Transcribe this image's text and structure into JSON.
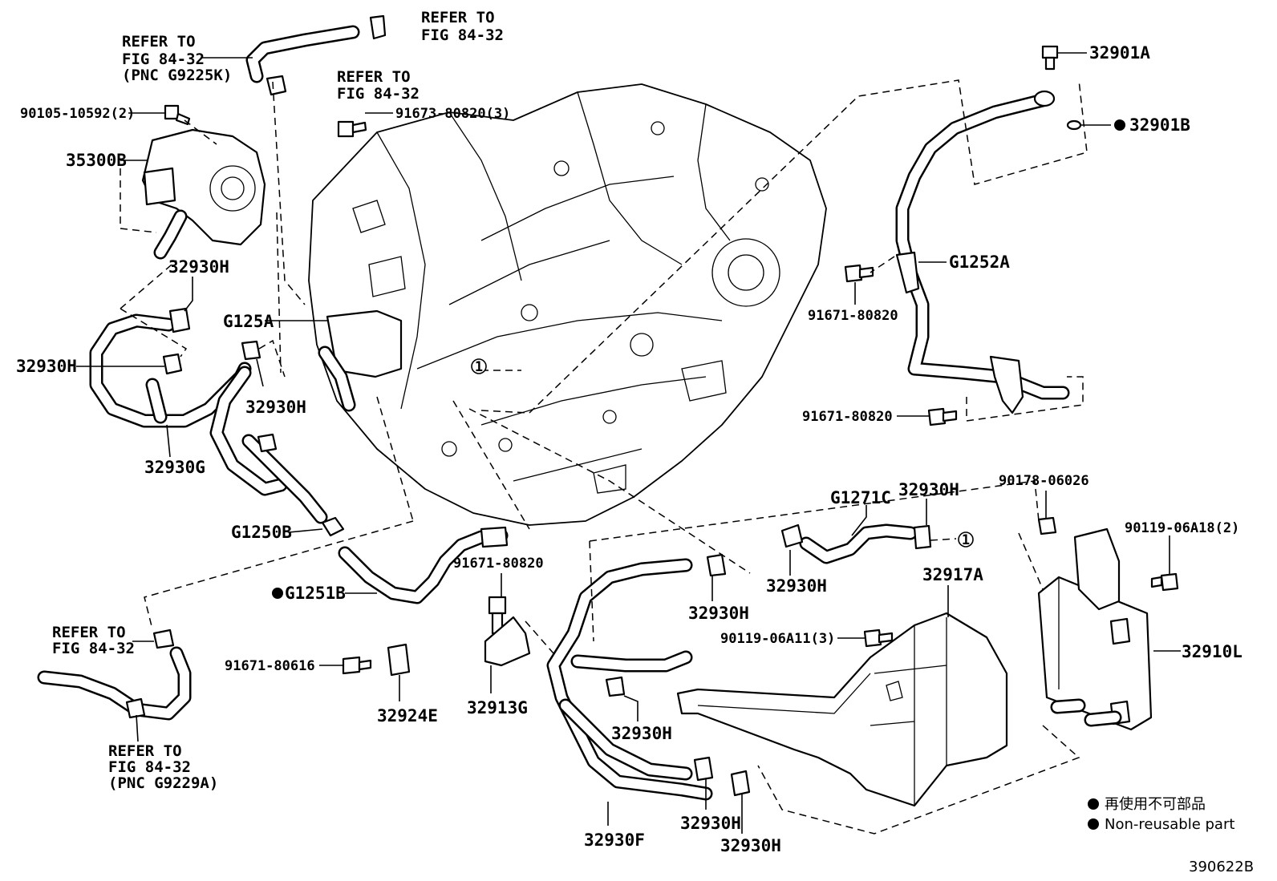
{
  "labels": {
    "refer_top_center_1": "REFER TO",
    "refer_top_center_2": "FIG 84-32",
    "refer_top_left_1": "REFER TO",
    "refer_top_left_2": "FIG 84-32",
    "refer_top_left_3": "(PNC G9225K)",
    "refer_mid_1": "REFER TO",
    "refer_mid_2": "FIG 84-32",
    "bolt_90105": "90105-10592(2)",
    "bolt_91673": "91673-80820(3)",
    "p35300B": "35300B",
    "p32930H_a": "32930H",
    "p32930H_b": "32930H",
    "p32930H_c": "32930H",
    "pG125A": "G125A",
    "p32930G": "32930G",
    "pG1250B": "G1250B",
    "p32901A": "32901A",
    "p32901B": "32901B",
    "pG1252A": "G1252A",
    "bolt_91671_a": "91671-80820",
    "bolt_91671_b": "91671-80820",
    "circle_1_a": "1",
    "circle_1_b": "1",
    "pG1271C": "G1271C",
    "p32930H_d": "32930H",
    "p32930H_e": "32930H",
    "p32930H_f": "32930H",
    "bolt_90178": "90178-06026",
    "bolt_90119_a": "90119-06A18(2)",
    "p32917A": "32917A",
    "bolt_90119_b": "90119-06A11(3)",
    "p32910L": "32910L",
    "pG1251B": "G1251B",
    "bolt_91671_c": "91671-80820",
    "bolt_91671_d": "91671-80616",
    "p32924E": "32924E",
    "p32913G": "32913G",
    "p32930H_g": "32930H",
    "p32930F": "32930F",
    "p32930H_h": "32930H",
    "p32930H_i": "32930H",
    "refer_bl_top_1": "REFER TO",
    "refer_bl_top_2": "FIG 84-32",
    "refer_bl_bot_1": "REFER TO",
    "refer_bl_bot_2": "FIG 84-32",
    "refer_bl_bot_3": "(PNC G9229A)",
    "legend_jp": "再使用不可部品",
    "legend_en": "Non-reusable part",
    "diagram_id": "390622B"
  }
}
